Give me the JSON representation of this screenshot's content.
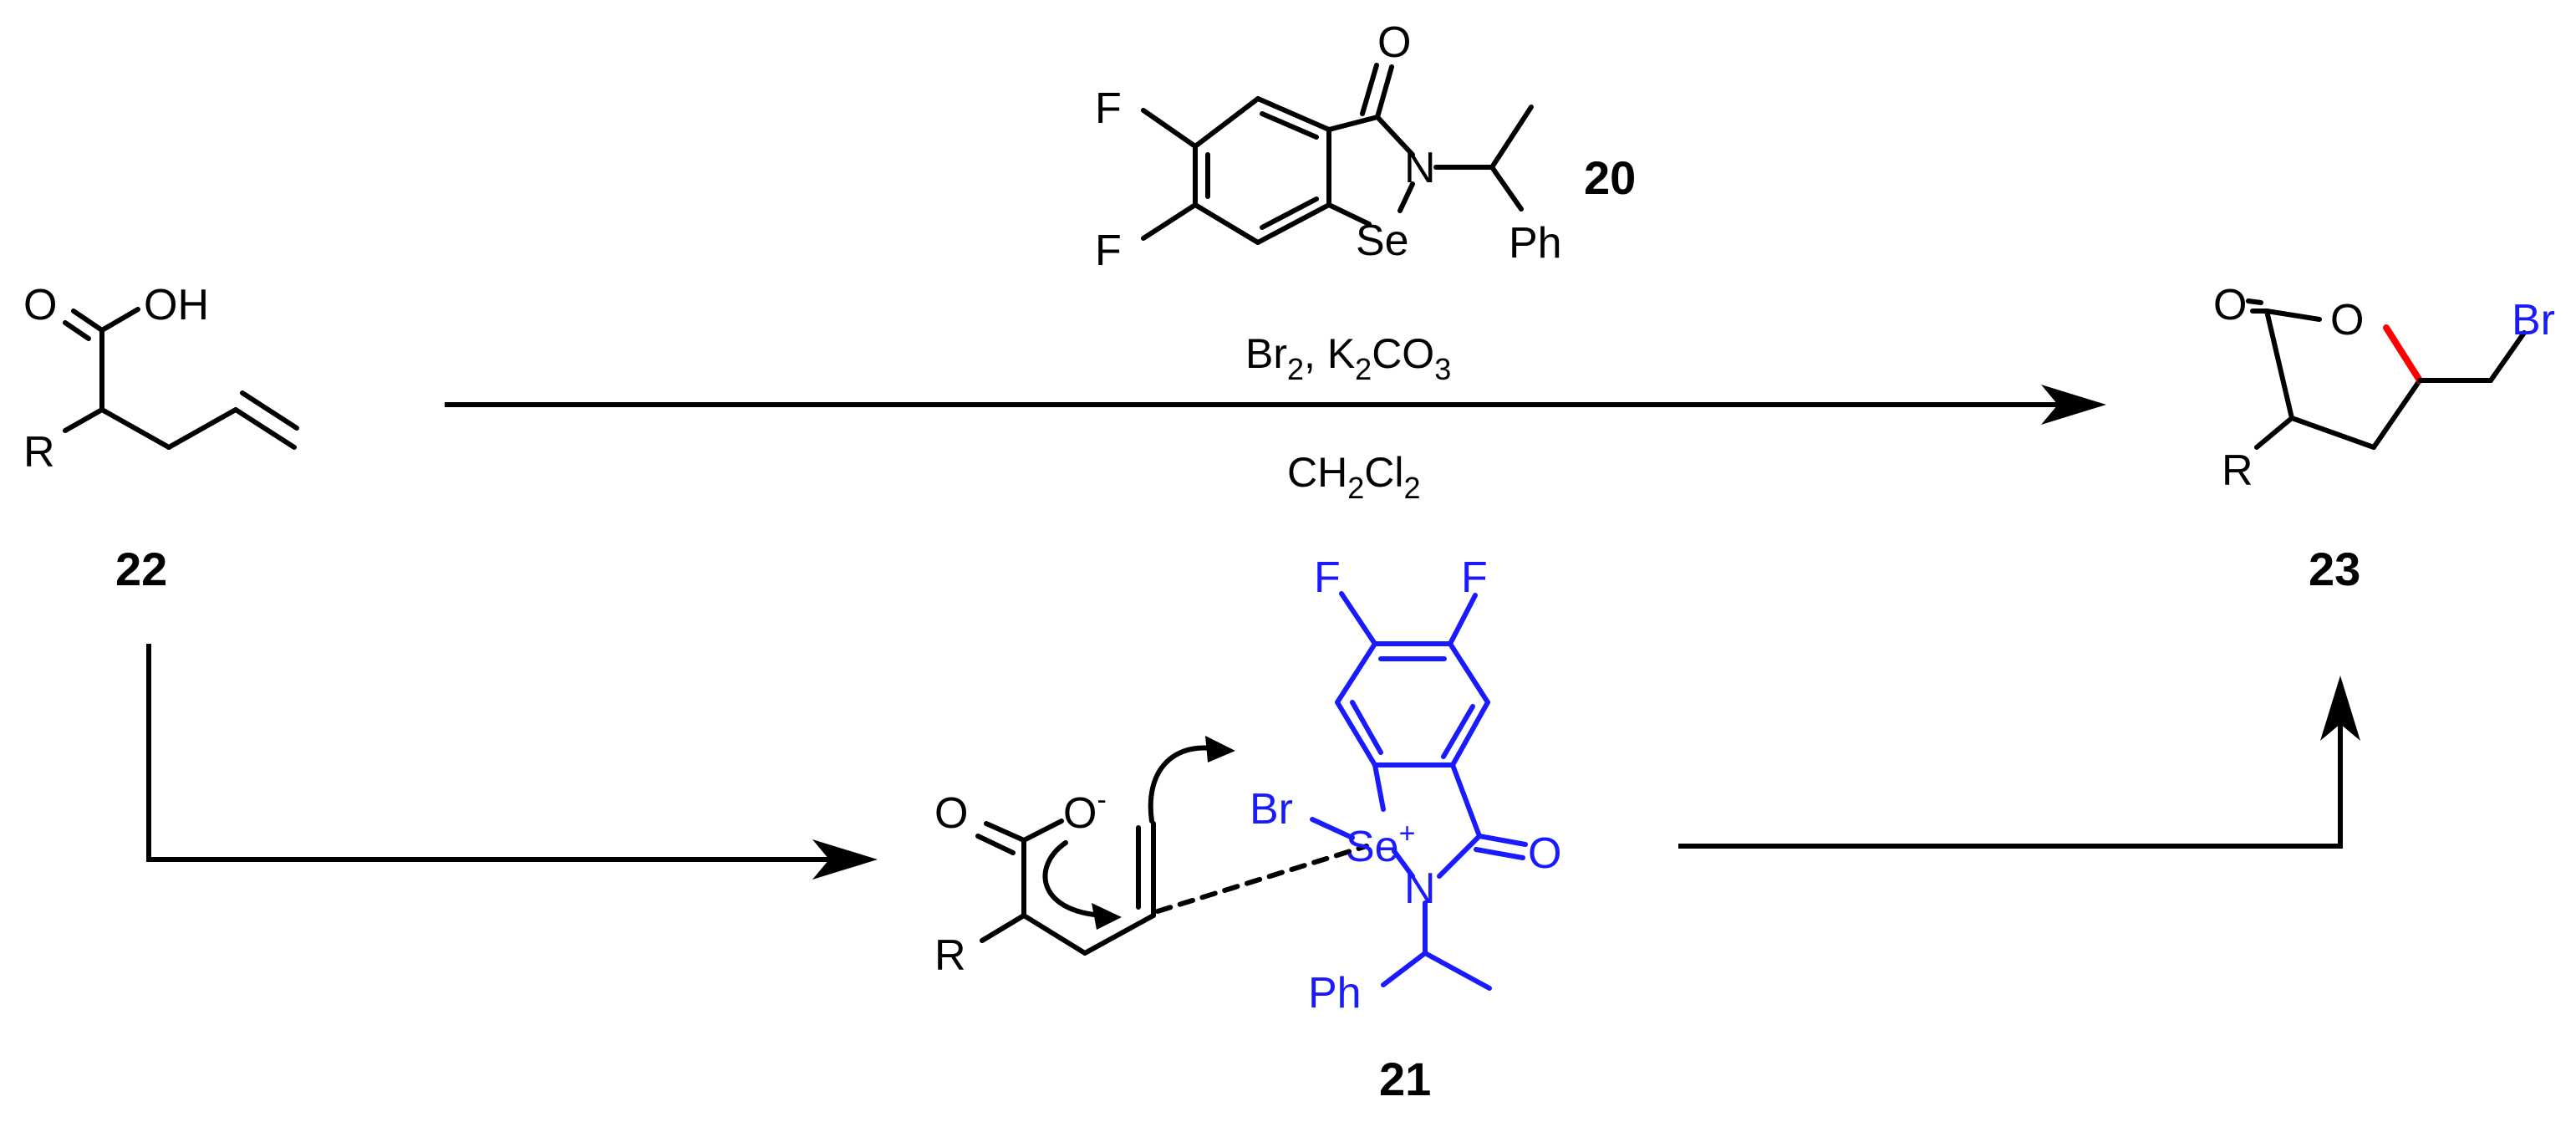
{
  "compounds": {
    "c20": {
      "number": "20",
      "atoms": {
        "f1": "F",
        "f2": "F",
        "o": "O",
        "n": "N",
        "se": "Se",
        "ph": "Ph"
      }
    },
    "c22": {
      "number": "22",
      "atoms": {
        "o": "O",
        "oh": "OH",
        "r": "R"
      }
    },
    "c23": {
      "number": "23",
      "atoms": {
        "o1": "O",
        "o2": "O",
        "br": "Br",
        "r": "R"
      }
    },
    "c21": {
      "number": "21",
      "atoms": {
        "f1": "F",
        "f2": "F",
        "br": "Br",
        "se": "Se",
        "se_charge": "+",
        "n": "N",
        "o": "O",
        "ph": "Ph",
        "carb_o": "O",
        "carb_om": "O",
        "carb_charge": "-",
        "r": "R"
      }
    }
  },
  "conditions": {
    "line1": {
      "br": "Br",
      "br_sub": "2",
      "sep": ", K",
      "k_sub": "2",
      "co": "CO",
      "co_sub": "3"
    },
    "line2": {
      "ch": "CH",
      "ch_sub": "2",
      "cl": "Cl",
      "cl_sub": "2"
    }
  },
  "colors": {
    "ink": "#000000",
    "catalyst": "#1a1aff",
    "new_bond": "#ff0000"
  }
}
